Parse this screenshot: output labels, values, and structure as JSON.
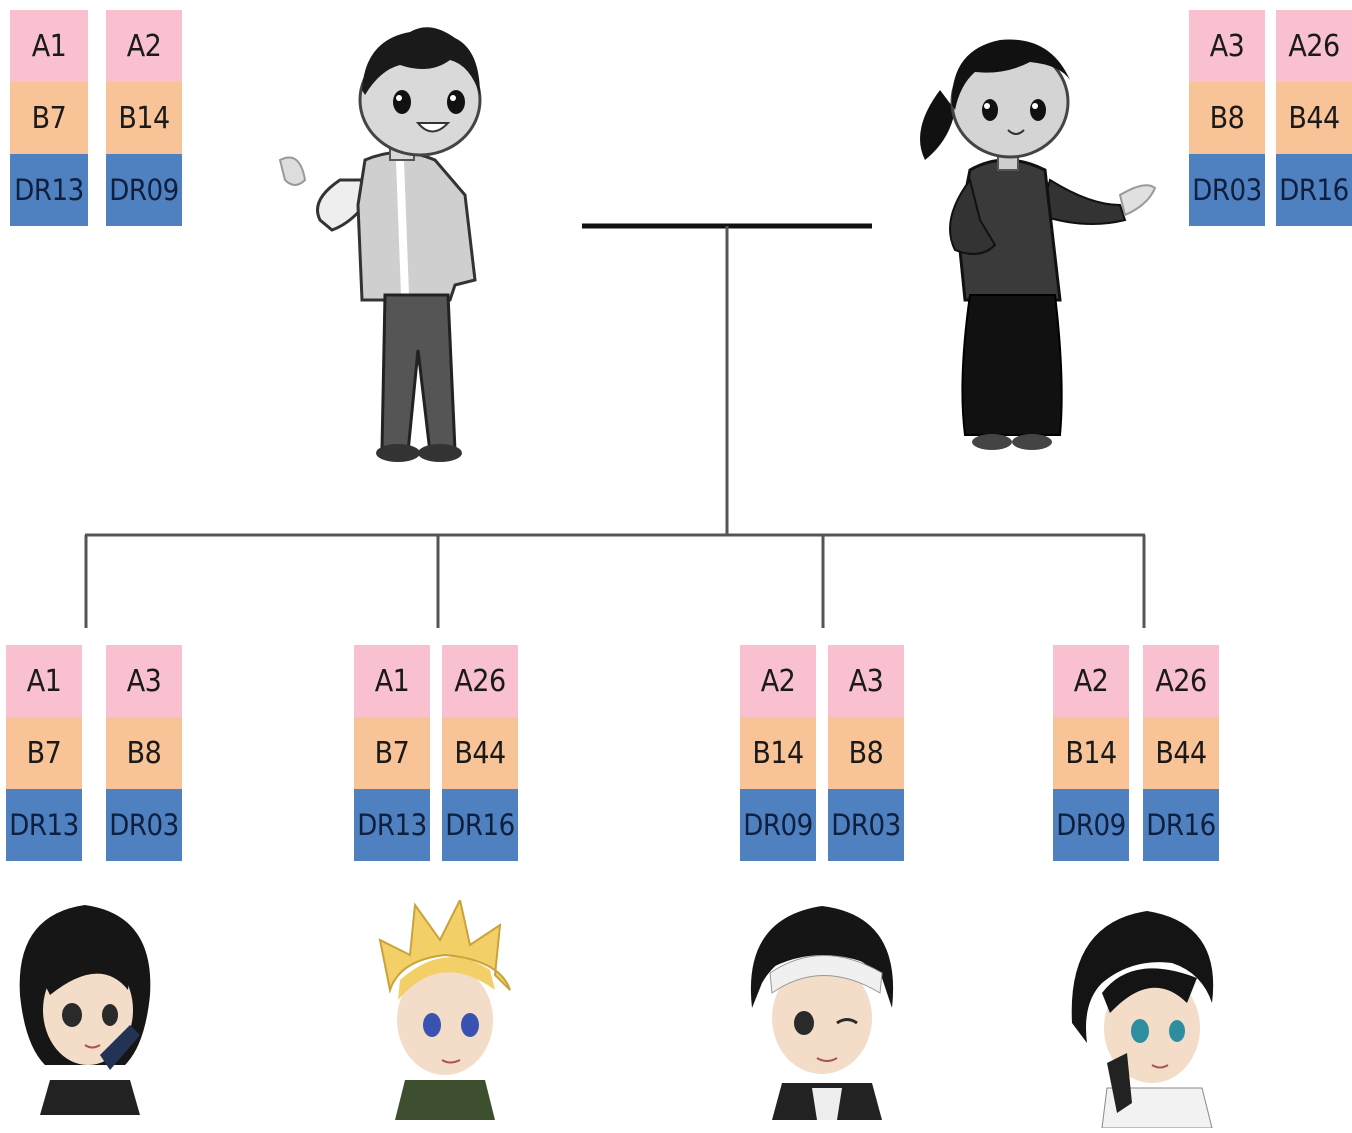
{
  "parents": {
    "father": {
      "icon": "cartoon-man-icon",
      "haplotypes": [
        {
          "a": "A1",
          "b": "B7",
          "dr": "DR13"
        },
        {
          "a": "A2",
          "b": "B14",
          "dr": "DR09"
        }
      ]
    },
    "mother": {
      "icon": "cartoon-woman-icon",
      "haplotypes": [
        {
          "a": "A3",
          "b": "B8",
          "dr": "DR03"
        },
        {
          "a": "A26",
          "b": "B44",
          "dr": "DR16"
        }
      ]
    }
  },
  "children": [
    {
      "icon": "anime-child-1-icon",
      "haplotypes": [
        {
          "a": "A1",
          "b": "B7",
          "dr": "DR13"
        },
        {
          "a": "A3",
          "b": "B8",
          "dr": "DR03"
        }
      ]
    },
    {
      "icon": "anime-child-2-icon",
      "haplotypes": [
        {
          "a": "A1",
          "b": "B7",
          "dr": "DR13"
        },
        {
          "a": "A26",
          "b": "B44",
          "dr": "DR16"
        }
      ]
    },
    {
      "icon": "anime-child-3-icon",
      "haplotypes": [
        {
          "a": "A2",
          "b": "B14",
          "dr": "DR09"
        },
        {
          "a": "A3",
          "b": "B8",
          "dr": "DR03"
        }
      ]
    },
    {
      "icon": "anime-child-4-icon",
      "haplotypes": [
        {
          "a": "A2",
          "b": "B14",
          "dr": "DR09"
        },
        {
          "a": "A26",
          "b": "B44",
          "dr": "DR16"
        }
      ]
    }
  ],
  "colors": {
    "hla_a": "#f9c0cf",
    "hla_b": "#f8c397",
    "hla_dr": "#4f80bf",
    "lines": "#555555"
  }
}
